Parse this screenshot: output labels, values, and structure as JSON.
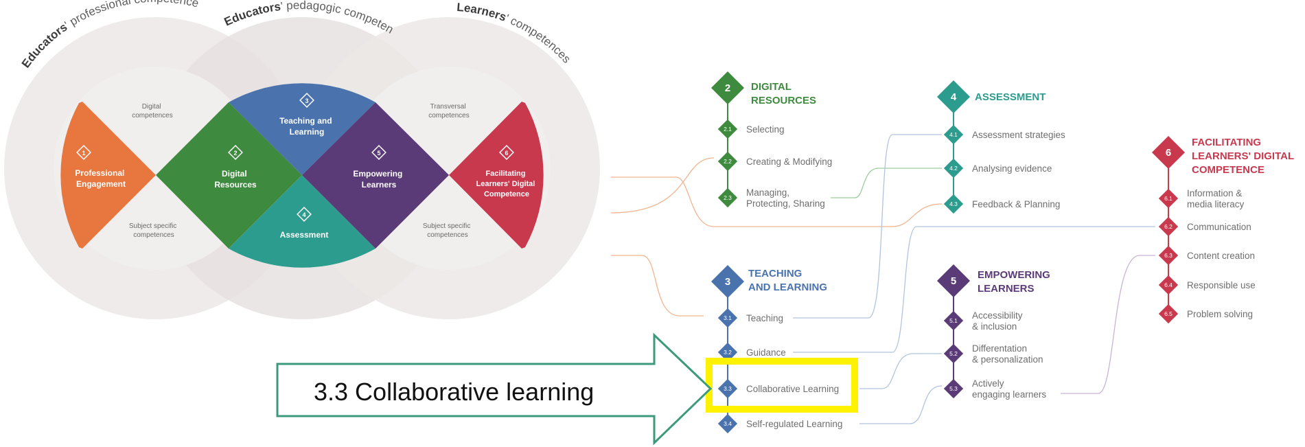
{
  "left": {
    "arcs": {
      "c1": {
        "bold": "Educators",
        "rest": "' professional competences"
      },
      "c2": {
        "bold": "Educators",
        "rest": "' pedagogic competences"
      },
      "c3": {
        "bold": "Learners",
        "rest": "' competences"
      }
    },
    "annotations": [
      [
        "Digital",
        "competences"
      ],
      [
        "Transversal",
        "competences"
      ],
      [
        "Subject specific",
        "competences"
      ],
      [
        "Subject specific",
        "competences"
      ]
    ],
    "areas": [
      {
        "num": "1",
        "lines": [
          "Professional",
          "Engagement"
        ],
        "color": "#e8763f"
      },
      {
        "num": "2",
        "lines": [
          "Digital",
          "Resources"
        ],
        "color": "#3e8a3e"
      },
      {
        "num": "3",
        "lines": [
          "Teaching and",
          "Learning"
        ],
        "color": "#4a72ad"
      },
      {
        "num": "4",
        "lines": [
          "Assessment"
        ],
        "color": "#2c9c8e"
      },
      {
        "num": "5",
        "lines": [
          "Empowering",
          "Learners"
        ],
        "color": "#5b3a78"
      },
      {
        "num": "6",
        "lines": [
          "Facilitating",
          "Learners' Digital",
          "Competence"
        ],
        "color": "#c8394e"
      }
    ]
  },
  "right": {
    "areas": [
      {
        "id": "dr",
        "num": "2",
        "title": [
          "DIGITAL",
          "RESOURCES"
        ],
        "color": "#3e8a3e",
        "items": [
          [
            "2.1",
            "Selecting"
          ],
          [
            "2.2",
            "Creating & Modifying"
          ],
          [
            "2.3",
            "Managing,\nProtecting, Sharing"
          ]
        ]
      },
      {
        "id": "as",
        "num": "4",
        "title": [
          "ASSESSMENT"
        ],
        "color": "#2c9c8e",
        "items": [
          [
            "4.1",
            "Assessment strategies"
          ],
          [
            "4.2",
            "Analysing evidence"
          ],
          [
            "4.3",
            "Feedback & Planning"
          ]
        ]
      },
      {
        "id": "fl",
        "num": "6",
        "title": [
          "FACILITATING",
          "LEARNERS' DIGITAL",
          "COMPETENCE"
        ],
        "color": "#c8394e",
        "items": [
          [
            "6.1",
            "Information &\nmedia literacy"
          ],
          [
            "6.2",
            "Communication"
          ],
          [
            "6.3",
            "Content creation"
          ],
          [
            "6.4",
            "Responsible use"
          ],
          [
            "6.5",
            "Problem solving"
          ]
        ]
      },
      {
        "id": "tl",
        "num": "3",
        "title": [
          "TEACHING",
          "AND LEARNING"
        ],
        "color": "#4a72ad",
        "items": [
          [
            "3.1",
            "Teaching"
          ],
          [
            "3.2",
            "Guidance"
          ],
          [
            "3.3",
            "Collaborative Learning"
          ],
          [
            "3.4",
            "Self-regulated Learning"
          ]
        ]
      },
      {
        "id": "el",
        "num": "5",
        "title": [
          "EMPOWERING",
          "LEARNERS"
        ],
        "color": "#5b3a78",
        "items": [
          [
            "5.1",
            "Accessibility\n& inclusion"
          ],
          [
            "5.2",
            "Differentation\n& personalization"
          ],
          [
            "5.3",
            "Actively\nengaging learners"
          ]
        ]
      }
    ]
  },
  "callout": {
    "text": "3.3 Collaborative learning",
    "arrow_color": "#3c9a7c",
    "highlight_color": "#fff200"
  }
}
